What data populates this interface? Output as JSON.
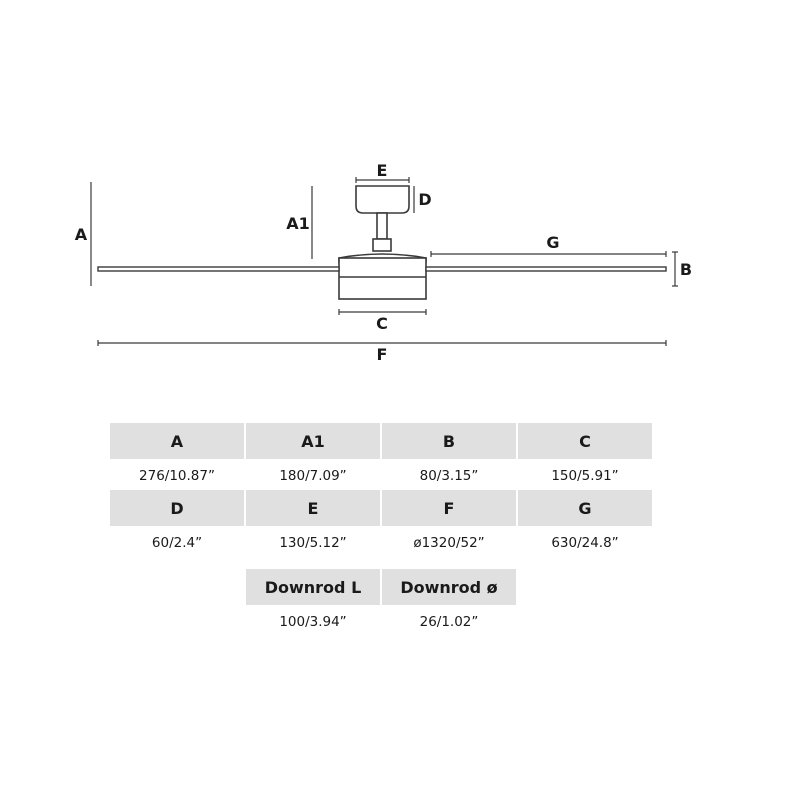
{
  "labels": {
    "A": "A",
    "A1": "A1",
    "B": "B",
    "C": "C",
    "D": "D",
    "E": "E",
    "F": "F",
    "G": "G"
  },
  "table": {
    "row1": {
      "headers": [
        "A",
        "A1",
        "B",
        "C"
      ],
      "values": [
        "276/10.87”",
        "180/7.09”",
        "80/3.15”",
        "150/5.91”"
      ]
    },
    "row2": {
      "headers": [
        "D",
        "E",
        "F",
        "G"
      ],
      "values": [
        "60/2.4”",
        "130/5.12”",
        "ø1320/52”",
        "630/24.8”"
      ]
    },
    "row3": {
      "headers": [
        "Downrod L",
        "Downrod ø"
      ],
      "values": [
        "100/3.94”",
        "26/1.02”"
      ]
    }
  }
}
